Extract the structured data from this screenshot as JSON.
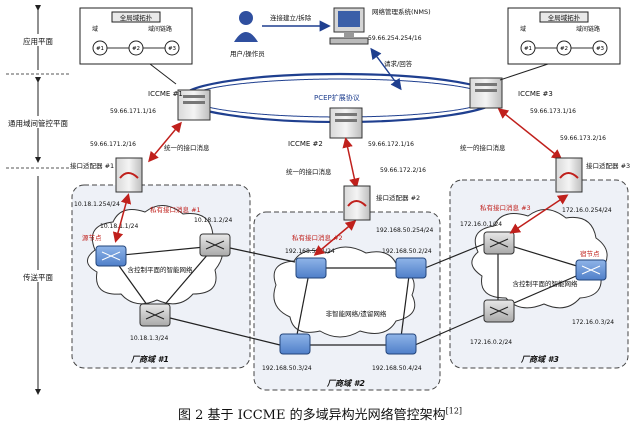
{
  "planes": {
    "app": "应用平面",
    "control": "通用域间管控平面",
    "transport": "传送平面"
  },
  "topo_boxes": [
    {
      "title": "全局域拓扑",
      "domain": "域",
      "link": "域间链路",
      "nodes": [
        "#1",
        "#2",
        "#3"
      ]
    },
    {
      "title": "全局域拓扑",
      "domain": "域",
      "link": "域间链路",
      "nodes": [
        "#1",
        "#2",
        "#3"
      ]
    }
  ],
  "nms": {
    "label": "网络管理系统(NMS)",
    "ip": "59.66.254.254/16",
    "connect": "连接建立/拆除",
    "request": "请求/回答",
    "user": "用户/操作员"
  },
  "pcep": "PCEP扩展协议",
  "unified_msg": "统一的接口消息",
  "iccme": [
    {
      "name": "ICCME #1",
      "ip": "59.66.171.1/16"
    },
    {
      "name": "ICCME #2",
      "ip": "59.66.172.1/16"
    },
    {
      "name": "ICCME #3",
      "ip": "59.66.173.1/16"
    }
  ],
  "adapters": [
    {
      "name": "接口适配器 #1",
      "ip_top": "59.66.171.2/16",
      "ip_bottom": "10.18.1.254/24",
      "msg": "私有接口消息 #1"
    },
    {
      "name": "接口适配器 #2",
      "ip_top": "59.66.172.2/16",
      "ip_bottom": "192.168.50.254/24",
      "msg": "私有接口消息 #2"
    },
    {
      "name": "接口适配器 #3",
      "ip_top": "59.66.173.2/16",
      "ip_bottom": "172.16.0.254/24",
      "msg": "私有接口消息 #3"
    }
  ],
  "domains": [
    {
      "label": "厂商域 #1",
      "cloud": "含控制平面的智能网络",
      "ips": [
        "10.18.1.1/24",
        "10.18.1.2/24",
        "10.18.1.3/24"
      ],
      "src": "源节点"
    },
    {
      "label": "厂商域 #2",
      "cloud": "非智能网络/遗留网络",
      "ips": [
        "192.168.50.1/24",
        "192.168.50.2/24",
        "192.168.50.3/24",
        "192.168.50.4/24"
      ]
    },
    {
      "label": "厂商域 #3",
      "cloud": "含控制平面的智能网络",
      "ips": [
        "172.16.0.1/24",
        "172.16.0.2/24",
        "172.16.0.3/24"
      ],
      "dst": "宿节点"
    }
  ],
  "caption": {
    "text": "图 2 基于 ICCME 的多域异构光网络管控架构",
    "ref": "[12]"
  }
}
